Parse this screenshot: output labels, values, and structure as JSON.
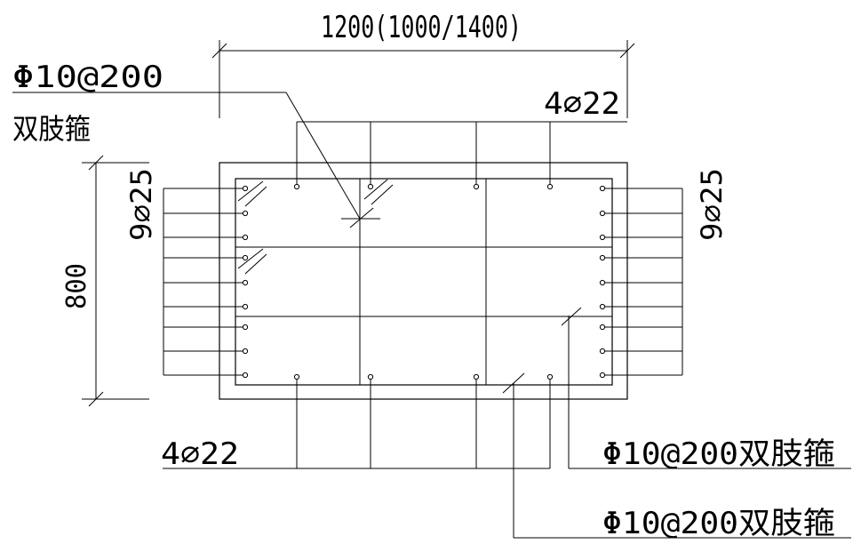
{
  "labels": {
    "top_dim": "1200(1000/1400)",
    "left_dim": "800",
    "top_left_bar_spec": "Φ10@200",
    "top_left_bar_type": "双肢箍",
    "top_bars": "4⌀22",
    "bottom_bars": "4⌀22",
    "left_side_bars": "9⌀25",
    "right_side_bars": "9⌀25",
    "bottom_right_stirrup_1": "Φ10@200双肢箍",
    "bottom_right_stirrup_2": "Φ10@200双肢箍"
  },
  "colors": {
    "ink": "#000000",
    "background": "#ffffff"
  }
}
